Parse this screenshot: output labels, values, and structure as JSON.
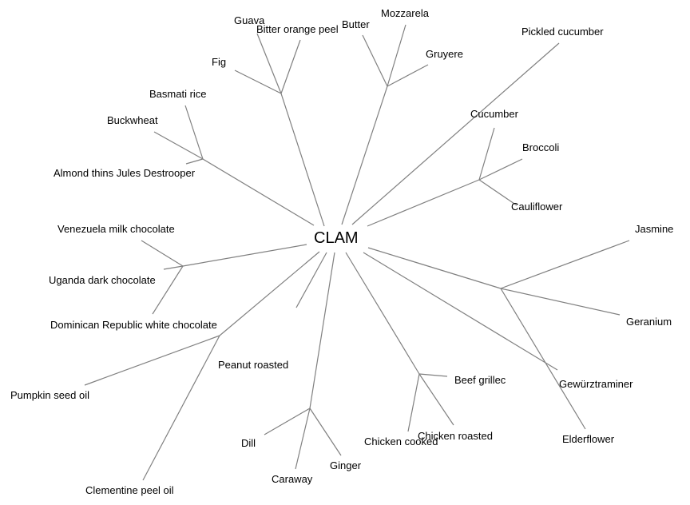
{
  "diagram": {
    "type": "unrooted-tree",
    "root": {
      "label": "CLAM"
    },
    "clusters": [
      {
        "id": "fruit",
        "leaves": [
          "Guava",
          "Bitter orange peel",
          "Fig"
        ]
      },
      {
        "id": "dairy",
        "leaves": [
          "Butter",
          "Mozzarela",
          "Gruyere"
        ]
      },
      {
        "id": "pickle",
        "leaves": [
          "Pickled cucumber"
        ]
      },
      {
        "id": "vegetable",
        "leaves": [
          "Cucumber",
          "Broccoli",
          "Cauliflower"
        ]
      },
      {
        "id": "grain",
        "leaves": [
          "Basmati rice",
          "Buckwheat",
          "Almond thins Jules Destrooper"
        ]
      },
      {
        "id": "chocolate",
        "leaves": [
          "Venezuela milk chocolate",
          "Uganda dark chocolate",
          "Dominican Republic white chocolate"
        ]
      },
      {
        "id": "oil",
        "leaves": [
          "Pumpkin seed oil",
          "Clementine peel oil"
        ]
      },
      {
        "id": "nut",
        "leaves": [
          "Peanut roasted"
        ]
      },
      {
        "id": "spice",
        "leaves": [
          "Dill",
          "Caraway",
          "Ginger"
        ]
      },
      {
        "id": "meat",
        "leaves": [
          "Beef grillec",
          "Chicken cooked",
          "Chicken roasted"
        ]
      },
      {
        "id": "wine",
        "leaves": [
          "Gewürztraminer"
        ]
      },
      {
        "id": "floral",
        "leaves": [
          "Jasmine",
          "Geranium",
          "Elderflower"
        ]
      }
    ]
  }
}
